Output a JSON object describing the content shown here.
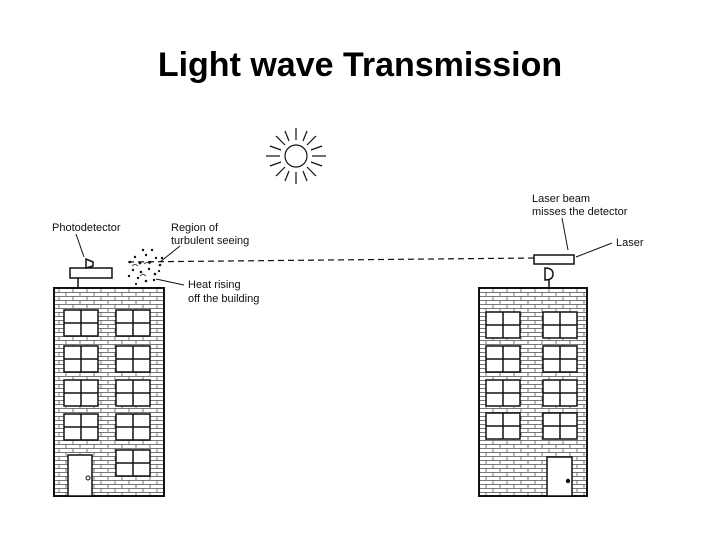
{
  "slide": {
    "title": "Light wave Transmission"
  },
  "diagram": {
    "labels": {
      "photodetector": "Photodetector",
      "region_line1": "Region of",
      "region_line2": "turbulent seeing",
      "heat_line1": "Heat rising",
      "heat_line2": "off the building",
      "beam_line1": "Laser beam",
      "beam_line2": "misses the detector",
      "laser": "Laser"
    },
    "colors": {
      "ink": "#111111",
      "brick": "#555555",
      "background": "#ffffff"
    },
    "icons": [
      "sun-icon",
      "photodetector-icon",
      "laser-icon",
      "detector-icon"
    ]
  }
}
